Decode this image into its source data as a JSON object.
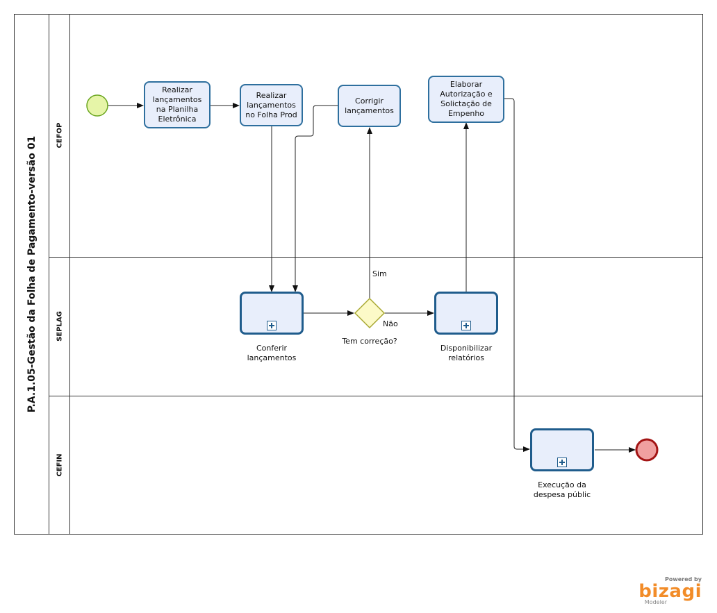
{
  "pool": {
    "title": "P.A.1.05-Gestão da Folha de Pagamento-versão 01"
  },
  "lanes": [
    {
      "label": "CEFOP"
    },
    {
      "label": "SEPLAG"
    },
    {
      "label": "CEFIN"
    }
  ],
  "tasks": {
    "realizar_planilha": "Realizar lançamentos na Planilha Eletrônica",
    "realizar_folha": "Realizar lançamentos no Folha Prod",
    "corrigir": "Corrigir lançamentos",
    "elaborar": "Elaborar Autorização e Solictação de Empenho"
  },
  "subprocesses": {
    "conferir": "Conferir lançamentos",
    "disponibilizar": "Disponibilizar relatórios",
    "execucao": "Execução da despesa públic"
  },
  "gateway": {
    "label": "Tem correção?",
    "yes_label": "Sim",
    "no_label": "Não"
  },
  "colors": {
    "start_event_fill": "#e6f5a8",
    "start_event_stroke": "#6aa51f",
    "end_event_fill": "#f0a0a0",
    "end_event_stroke": "#a31515",
    "gateway_fill": "#fcfac8",
    "gateway_stroke": "#a8a832",
    "task_fill": "#e8eefb",
    "task_stroke": "#2e6f9e"
  },
  "branding": {
    "powered_by": "Powered by",
    "brand": "bizagi",
    "product": "Modeler"
  }
}
